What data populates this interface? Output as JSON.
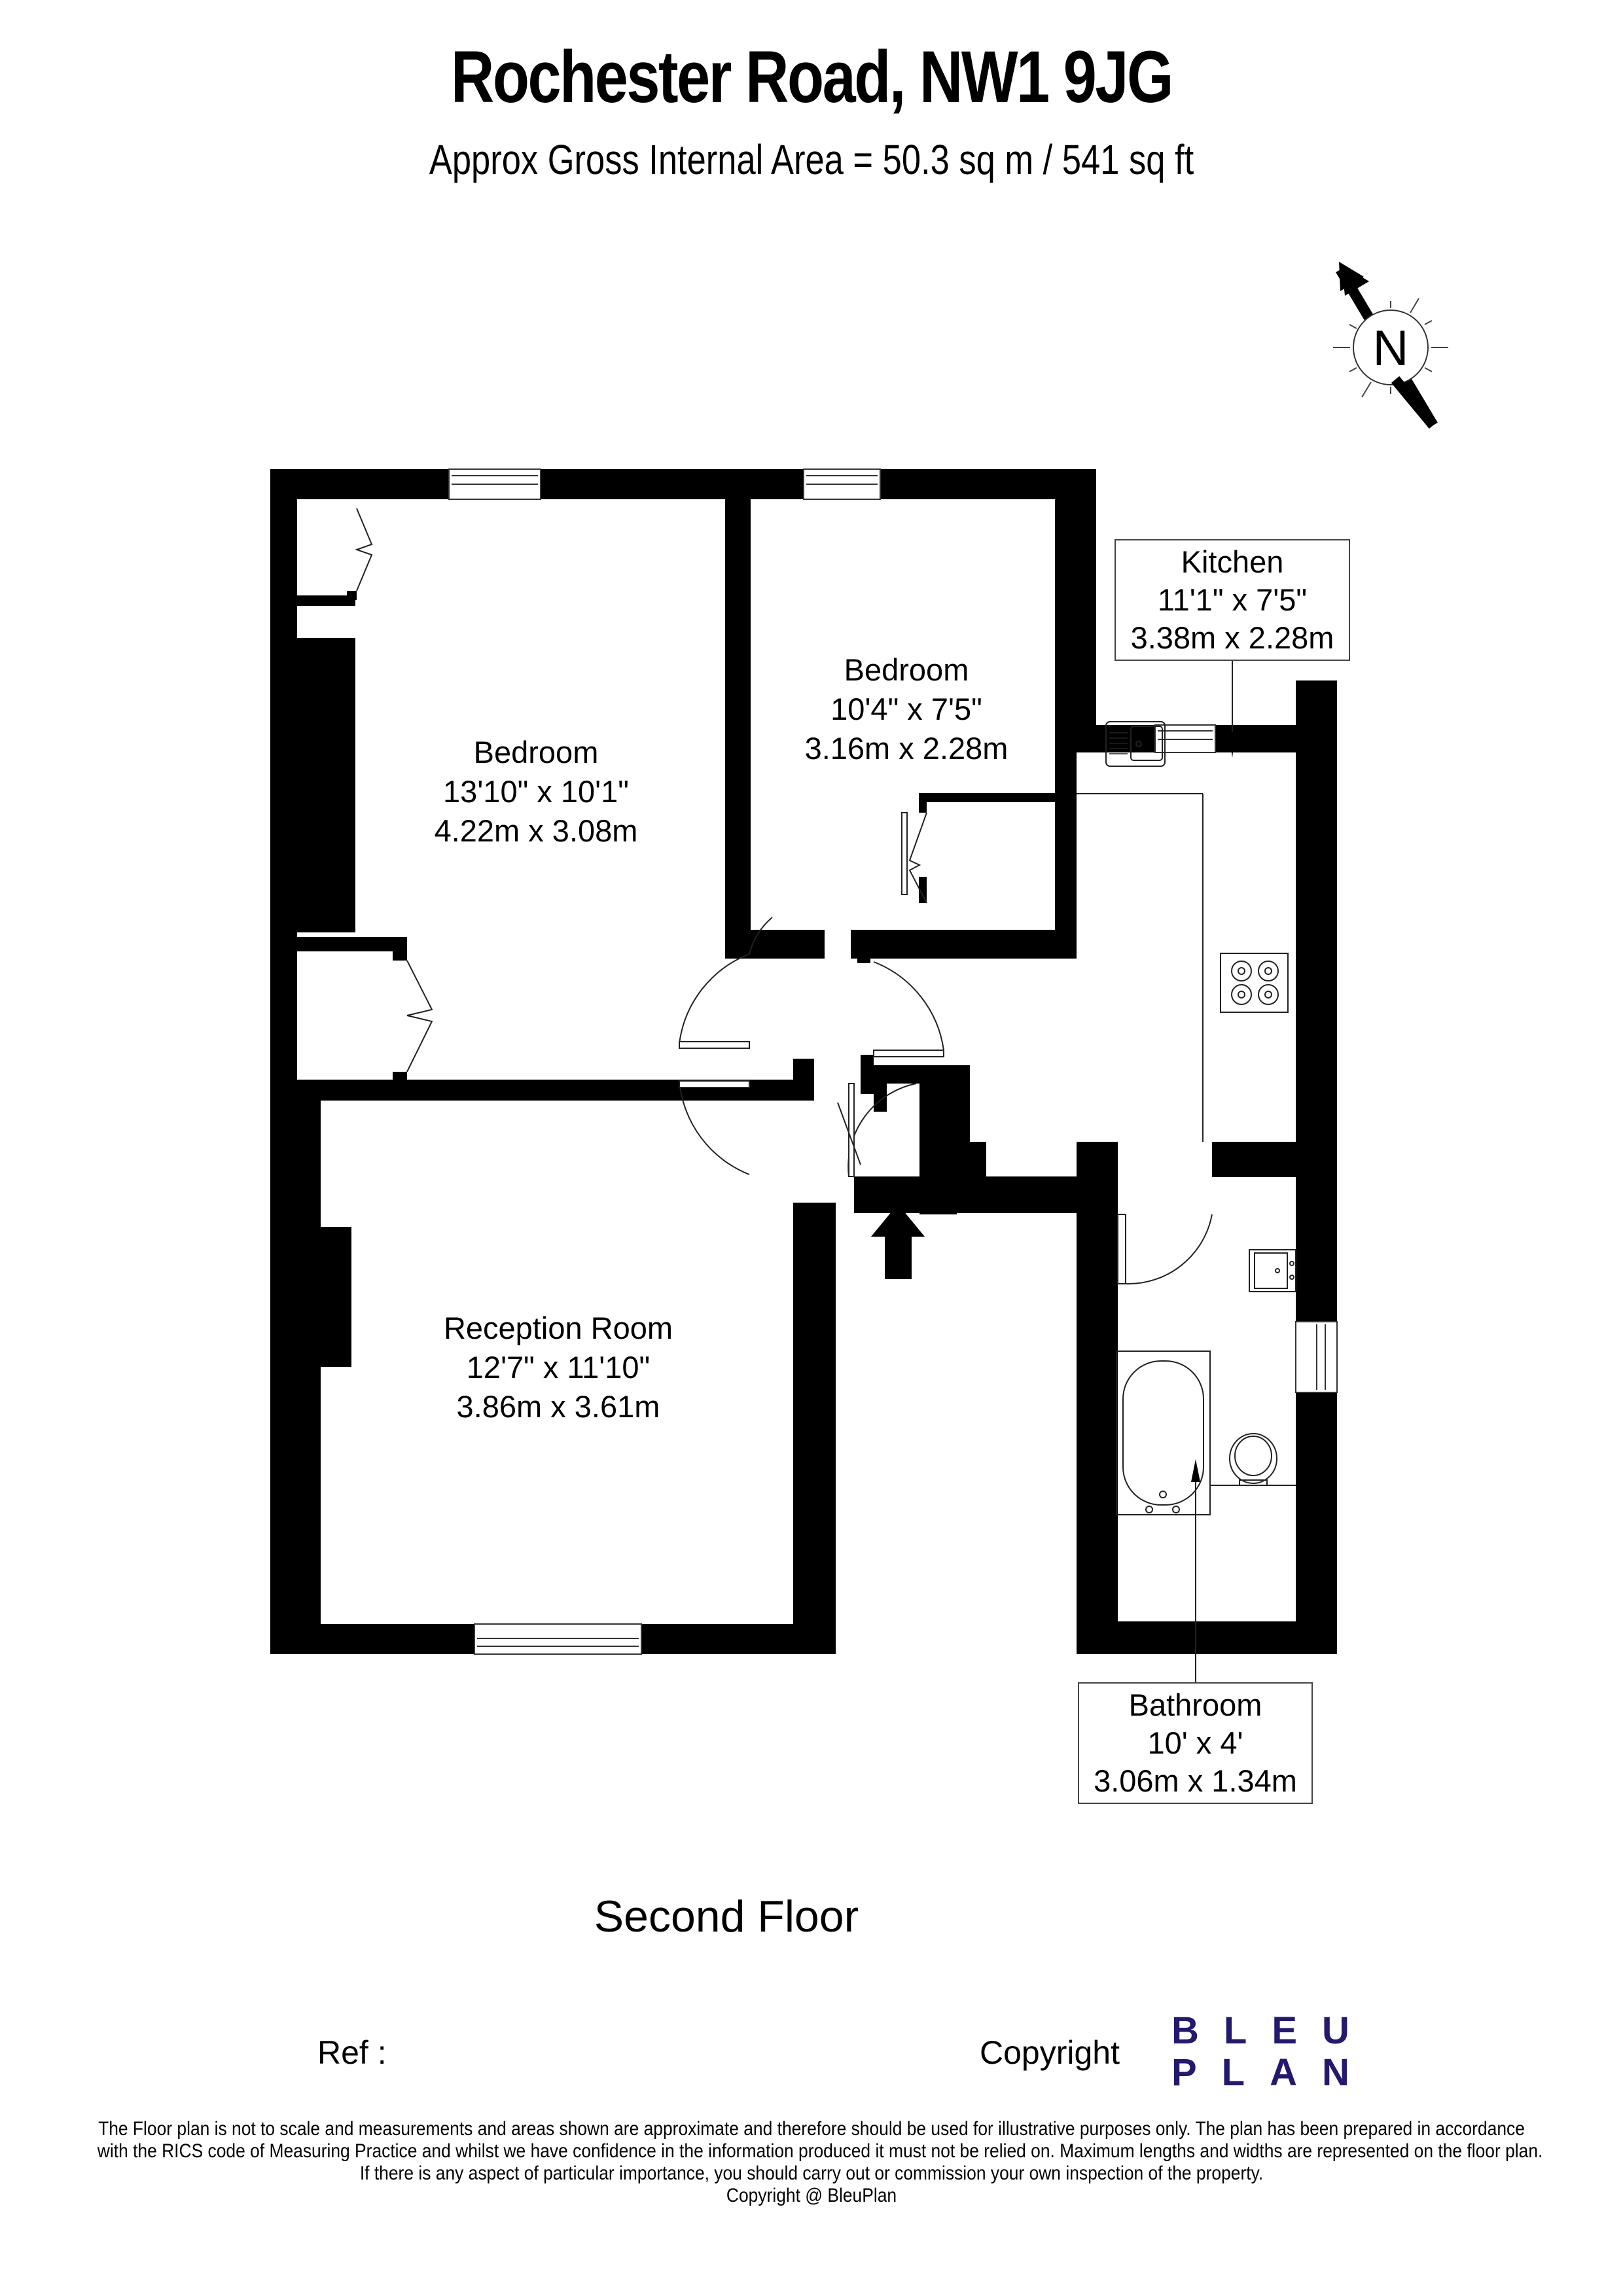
{
  "header": {
    "title": "Rochester Road, NW1 9JG",
    "subtitle": "Approx Gross Internal Area = 50.3 sq m / 541 sq ft"
  },
  "compass": {
    "letter": "N",
    "icon": "north-arrow-icon"
  },
  "rooms": [
    {
      "name": "Bedroom",
      "imperial": "13'10\" x 10'1\"",
      "metric": "4.22m x 3.08m"
    },
    {
      "name": "Bedroom",
      "imperial": "10'4\" x 7'5\"",
      "metric": "3.16m x 2.28m"
    },
    {
      "name": "Kitchen",
      "imperial": "11'1\" x 7'5\"",
      "metric": "3.38m x 2.28m"
    },
    {
      "name": "Reception Room",
      "imperial": "12'7\" x 11'10\"",
      "metric": "3.86m x 3.61m"
    },
    {
      "name": "Bathroom",
      "imperial": "10' x 4'",
      "metric": "3.06m x 1.34m"
    }
  ],
  "floor_name": "Second Floor",
  "footer": {
    "ref_label": "Ref  :",
    "copyright_label": "Copyright",
    "logo_line1": "BLEU",
    "logo_line2": "PLAN",
    "logo_color": "#231a6e",
    "disclaimer": [
      "The Floor plan is not to scale and measurements and areas shown are approximate and therefore should be used for illustrative purposes only. The plan has been prepared in accordance",
      "with the RICS code of Measuring Practice and whilst we have confidence in the information produced it must not be relied on. Maximum lengths and widths are represented on the floor plan.",
      "If there is any aspect of particular importance, you should carry out or commission your own inspection of the property.",
      "Copyright @ BleuPlan"
    ]
  }
}
